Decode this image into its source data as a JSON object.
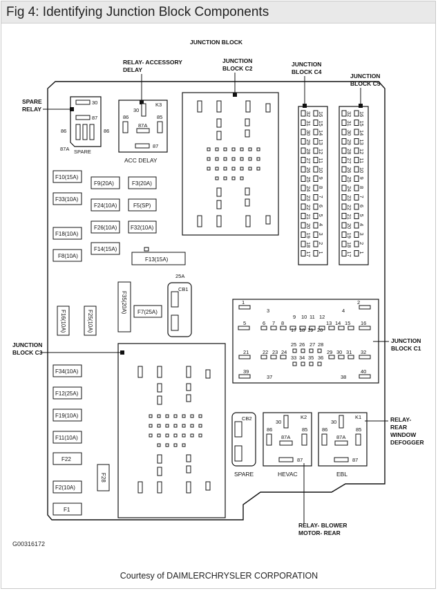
{
  "header": {
    "title": "Fig 4: Identifying Junction Block Components"
  },
  "labels": {
    "junction_block": "JUNCTION BLOCK",
    "relay_accessory_delay": [
      "RELAY- ACCESSORY",
      "DELAY"
    ],
    "junction_block_c2": [
      "JUNCTION",
      "BLOCK C2"
    ],
    "junction_block_c4": [
      "JUNCTION",
      "BLOCK C4"
    ],
    "junction_block_c5": [
      "JUNCTION",
      "BLOCK C5"
    ],
    "spare_relay": [
      "SPARE",
      "RELAY"
    ],
    "junction_block_c3": [
      "JUNCTION",
      "BLOCK C3"
    ],
    "junction_block_c1": [
      "JUNCTION",
      "BLOCK C1"
    ],
    "relay_rear_window_defogger": [
      "RELAY-",
      "REAR",
      "WINDOW",
      "DEFOGGER"
    ],
    "relay_blower_motor_rear": [
      "RELAY- BLOWER",
      "MOTOR- REAR"
    ],
    "spare": "SPARE",
    "acc_delay": "ACC DELAY",
    "hevac": "HEVAC",
    "ebl": "EBL",
    "cb1": "CB1",
    "cb2": "CB2",
    "cb1_rating": "25A"
  },
  "relays": {
    "spare": {
      "pins": [
        "30",
        "87",
        "86",
        "86",
        "87A"
      ]
    },
    "acc_delay": {
      "name": "K3",
      "pins": [
        "30",
        "86",
        "87A",
        "85",
        "87"
      ]
    },
    "hevac": {
      "name": "K2",
      "pins": [
        "30",
        "86",
        "87A",
        "85",
        "87"
      ]
    },
    "ebl": {
      "name": "K1",
      "pins": [
        "30",
        "86",
        "87A",
        "85",
        "87"
      ]
    }
  },
  "fuses": [
    "F10(15A)",
    "F9(20A)",
    "F3(20A)",
    "F33(10A)",
    "F24(10A)",
    "F5(SP)",
    "F26(10A)",
    "F32(10A)",
    "F18(10A)",
    "F14(15A)",
    "F8(10A)",
    "F13(15A)",
    "F35(20A)",
    "F7(25A)",
    "F16(10A)",
    "F25(10A)",
    "F34(10A)",
    "F12(25A)",
    "F19(10A)",
    "F11(10A)",
    "F22",
    "F28",
    "F2(10A)",
    "F1"
  ],
  "connector_c1_pins": [
    "1",
    "2",
    "3",
    "4",
    "5",
    "6",
    "7",
    "8",
    "9",
    "10",
    "11",
    "12",
    "13",
    "14",
    "15",
    "16",
    "17",
    "18",
    "19",
    "20",
    "21",
    "22",
    "23",
    "24",
    "25",
    "26",
    "27",
    "28",
    "29",
    "30",
    "31",
    "32",
    "33",
    "34",
    "35",
    "36",
    "37",
    "38",
    "39",
    "40"
  ],
  "connector_c4_pins": [
    "16",
    "15",
    "14",
    "13",
    "12",
    "11",
    "10",
    "9",
    "8",
    "7",
    "6",
    "5",
    "4",
    "3",
    "2",
    "1"
  ],
  "connector_c4_pins_b": [
    "32",
    "31",
    "30",
    "29",
    "28",
    "27",
    "26",
    "25",
    "24",
    "23",
    "22",
    "21",
    "20",
    "19",
    "18",
    "17"
  ],
  "footer": {
    "code": "G00316172",
    "courtesy": "Courtesy of DAIMLERCHRYSLER CORPORATION"
  }
}
